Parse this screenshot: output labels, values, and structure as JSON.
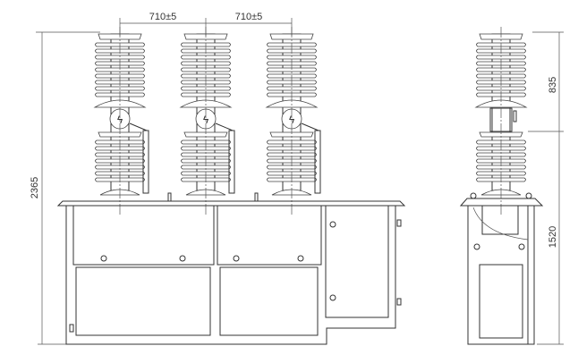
{
  "drawing": {
    "title": "Outdoor vacuum circuit breaker outline drawing",
    "dimensions": {
      "phase_spacing_left": "710±5",
      "phase_spacing_right": "710±5",
      "overall_height": "2365",
      "upper_insulator_height": "835",
      "lower_height": "1520"
    },
    "views": [
      "front-view",
      "side-view"
    ],
    "symbol": "ϟ"
  }
}
